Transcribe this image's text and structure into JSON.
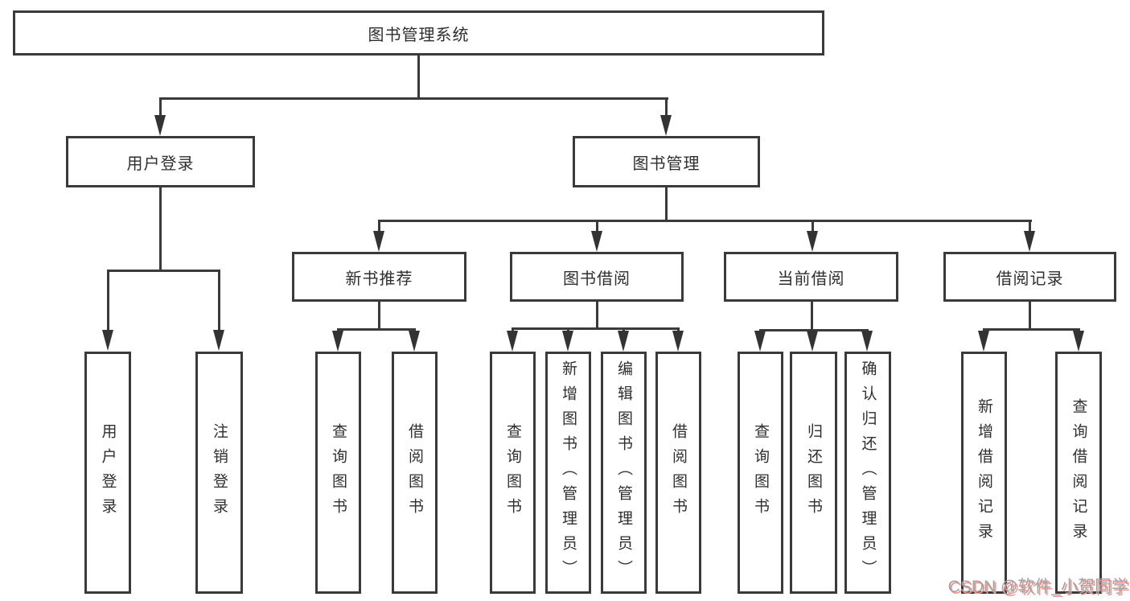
{
  "diagram_title": "图书管理系统",
  "nodes": {
    "root": "图书管理系统",
    "login": "用户登录",
    "management": "图书管理",
    "recommend": "新书推荐",
    "borrow": "图书借阅",
    "current": "当前借阅",
    "records": "借阅记录",
    "login_children": [
      "用户登录",
      "注销登录"
    ],
    "recommend_children": [
      "查询图书",
      "借阅图书"
    ],
    "borrow_children": [
      "查询图书",
      "新增图书（管理员）",
      "编辑图书（管理员）",
      "借阅图书"
    ],
    "current_children": [
      "查询图书",
      "归还图书",
      "确认归还（管理员）"
    ],
    "records_children": [
      "新增借阅记录",
      "查询借阅记录"
    ]
  },
  "watermark": "CSDN @软件_小贺同学",
  "colors": {
    "background": "#ffffff",
    "box_border": "#3a3a3a",
    "line": "#3a3a3a",
    "text": "#2f2f2f",
    "watermark_text": "#a3a3a3",
    "watermark_shadow": "#f2938d"
  }
}
